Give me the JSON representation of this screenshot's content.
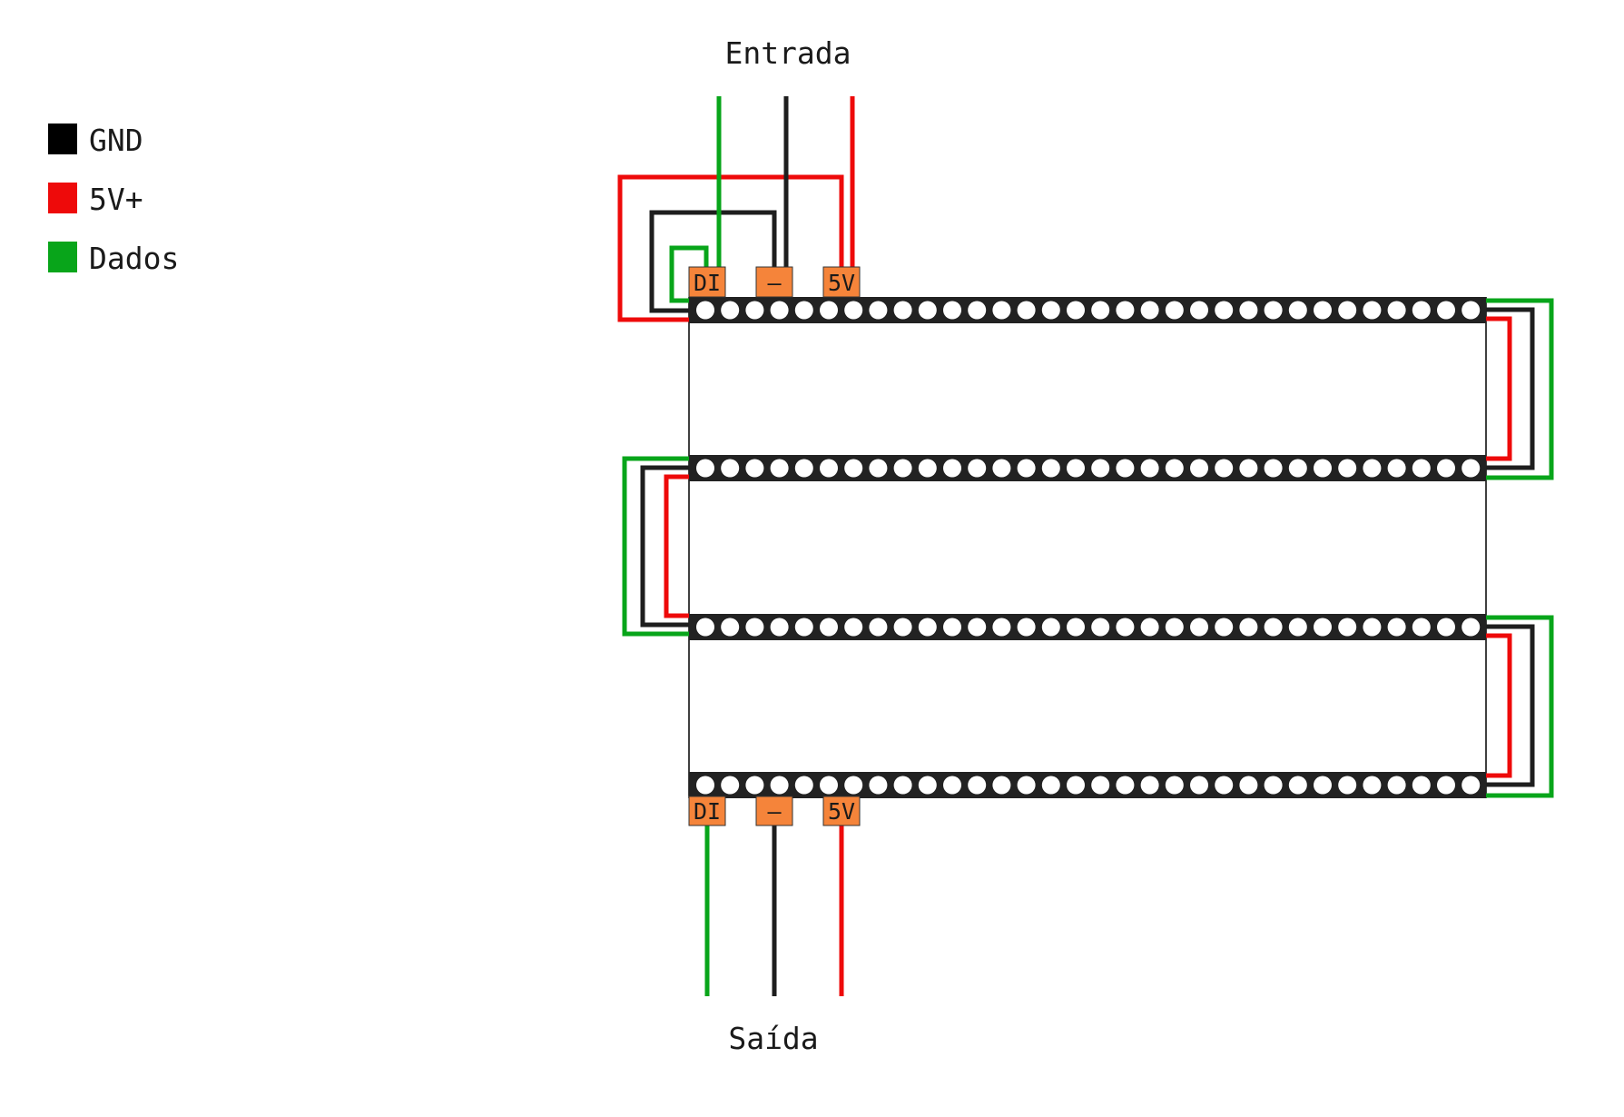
{
  "colors": {
    "gnd": "#1e1e1e",
    "vcc": "#ee0a0a",
    "data": "#08a51a",
    "pin": "#f5843a",
    "strip": "#222222"
  },
  "legend": [
    {
      "label": "GND",
      "color": "#000000"
    },
    {
      "label": "5V+",
      "color": "#ee0a0a"
    },
    {
      "label": "Dados",
      "color": "#08a51a"
    }
  ],
  "input": {
    "title": "Entrada",
    "pins": [
      "DI",
      "–",
      "5V"
    ]
  },
  "output": {
    "title": "Saída",
    "pins": [
      "DI",
      "–",
      "5V"
    ]
  },
  "strips": {
    "count": 4,
    "leds_per_strip": 32
  }
}
